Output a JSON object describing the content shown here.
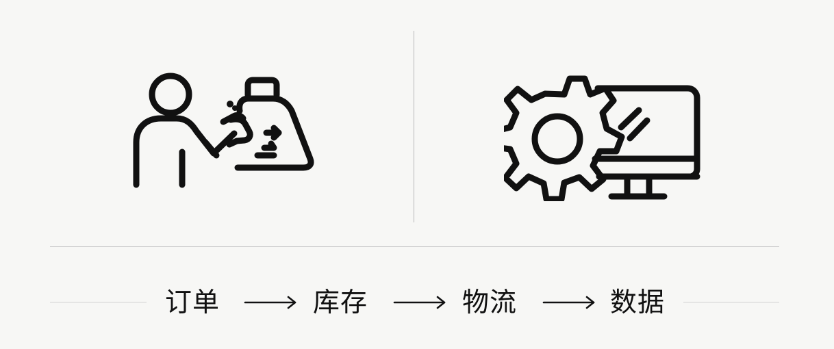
{
  "diagram": {
    "icons": {
      "left": "person-handling-package-icon",
      "right": "gear-and-monitor-icon"
    },
    "flow": {
      "steps": [
        "订单",
        "库存",
        "物流",
        "数据"
      ],
      "arrow": "→"
    },
    "colors": {
      "background": "#f7f7f5",
      "stroke": "#111111",
      "divider": "#b7b7b7"
    }
  }
}
